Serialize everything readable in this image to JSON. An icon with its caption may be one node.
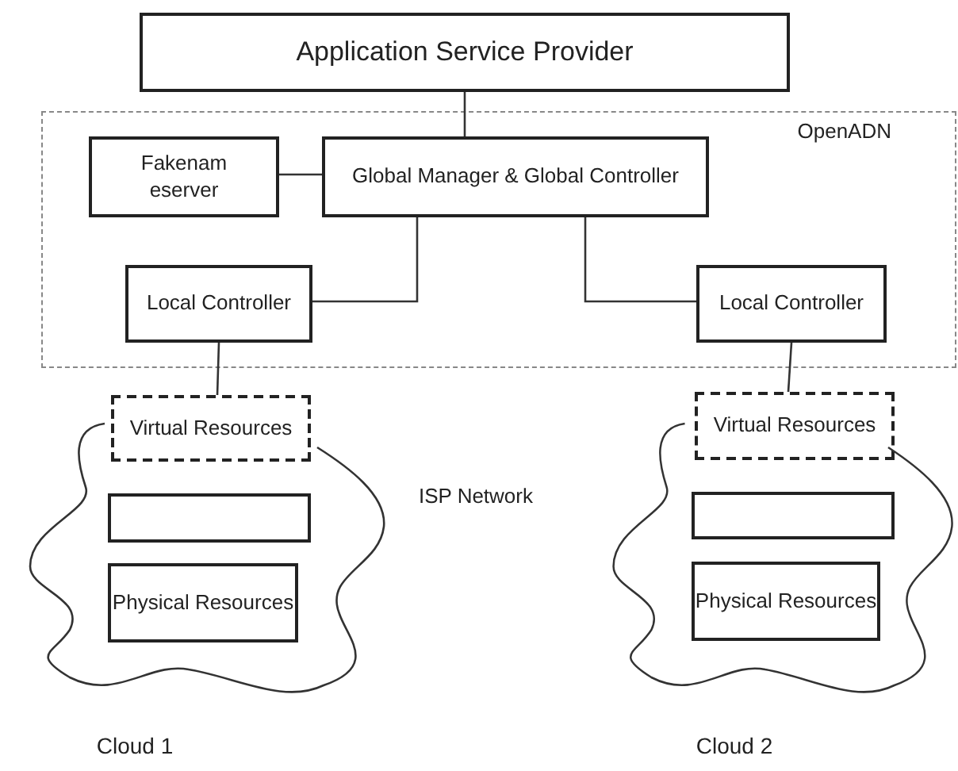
{
  "diagram": {
    "nodes": [
      {
        "text": [
          "Application Service Provider"
        ]
      },
      {
        "text": [
          "OpenADN"
        ]
      },
      {
        "text": [
          "Fakenam eserver"
        ],
        "in": 1
      },
      {
        "text": [
          "Global Manager & Global Controller"
        ],
        "in": 1
      },
      {
        "text": [
          "Local Controller"
        ],
        "in": 1
      },
      {
        "text": [
          "Local Controller"
        ],
        "in": 1
      },
      {
        "text": [
          "Virtual Resources"
        ]
      },
      {
        "text": [
          "Virtual Resources"
        ]
      },
      {
        "text": [],
        "shape": "cloud",
        "beside": [
          "Cloud 1"
        ]
      },
      {
        "text": [],
        "shape": "box",
        "in": 8
      },
      {
        "text": [
          "Physical Resources"
        ],
        "in": 8
      },
      {
        "text": [],
        "shape": "cloud",
        "beside": [
          "Cloud 2"
        ]
      },
      {
        "text": [],
        "shape": "box",
        "in": 11
      },
      {
        "text": [
          "Physical Resources"
        ],
        "in": 11
      }
    ],
    "edges": [
      {
        "from": 0,
        "to": 3,
        "arrow": "none"
      },
      {
        "from": 2,
        "to": 3,
        "arrow": "none"
      },
      {
        "from": 3,
        "to": 4,
        "arrow": "none"
      },
      {
        "from": 3,
        "to": 5,
        "arrow": "none"
      },
      {
        "from": 4,
        "to": 6,
        "arrow": "none"
      },
      {
        "from": 5,
        "to": 7,
        "arrow": "none"
      }
    ],
    "labels": [
      "ISP Network"
    ]
  }
}
